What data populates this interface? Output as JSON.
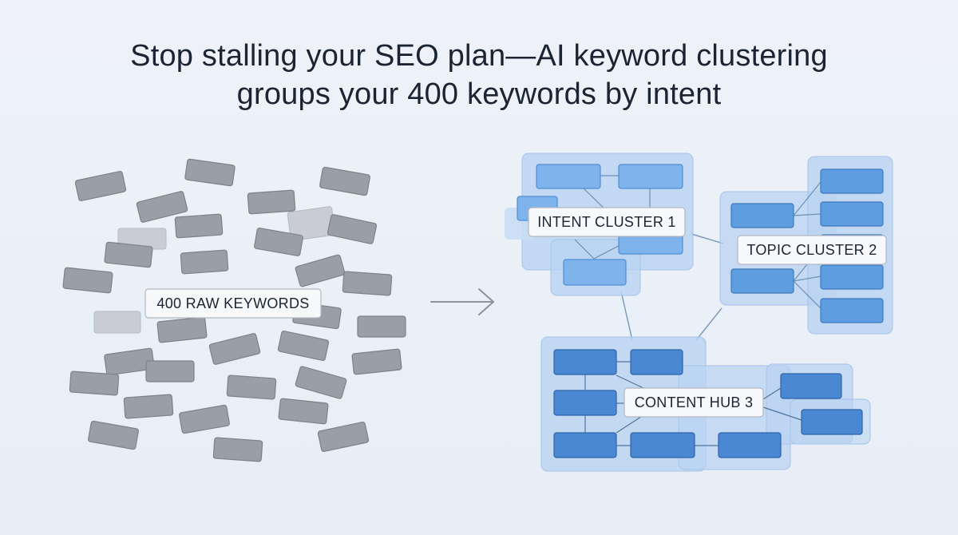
{
  "headline": {
    "line1": "Stop stalling your SEO plan—AI keyword clustering",
    "line2": "groups your 400 keywords by intent"
  },
  "labels": {
    "raw": "400 RAW KEYWORDS",
    "intent": "INTENT CLUSTER 1",
    "topic": "TOPIC CLUSTER 2",
    "hub": "CONTENT HUB 3"
  },
  "colors": {
    "raw_chip": "#9a9ea6",
    "intent_chip": "#7fb3ec",
    "topic_chip": "#5e9de0",
    "hub_chip": "#4a88d3",
    "cluster_bg": "#b9d3f1",
    "connector": "#7f9cba",
    "arrow": "#8b939e"
  }
}
